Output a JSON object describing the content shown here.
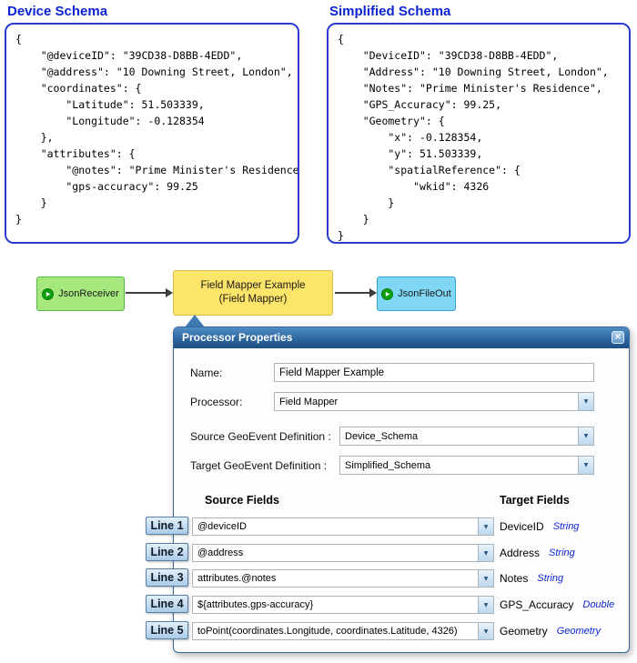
{
  "icons": {
    "play": "▶",
    "chevron_down": "▼",
    "close": "×"
  },
  "device_schema": {
    "title": "Device Schema",
    "code_lines": [
      "{",
      "    \"@deviceID\": \"39CD38-D8BB-4EDD\",",
      "    \"@address\": \"10 Downing Street, London\",",
      "    \"coordinates\": {",
      "        \"Latitude\": 51.503339,",
      "        \"Longitude\": -0.128354",
      "    },",
      "    \"attributes\": {",
      "        \"@notes\": \"Prime Minister's Residence\",",
      "        \"gps-accuracy\": 99.25",
      "    }",
      "}"
    ]
  },
  "simplified_schema": {
    "title": "Simplified Schema",
    "code_lines": [
      "{",
      "    \"DeviceID\": \"39CD38-D8BB-4EDD\",",
      "    \"Address\": \"10 Downing Street, London\",",
      "    \"Notes\": \"Prime Minister's Residence\",",
      "    \"GPS_Accuracy\": 99.25,",
      "    \"Geometry\": {",
      "        \"x\": -0.128354,",
      "        \"y\": 51.503339,",
      "        \"spatialReference\": {",
      "            \"wkid\": 4326",
      "        }",
      "    }",
      "}"
    ]
  },
  "flow": {
    "receiver_label": "JsonReceiver",
    "processor_label_line1": "Field Mapper Example",
    "processor_label_line2": "(Field Mapper)",
    "output_label": "JsonFileOut"
  },
  "dialog": {
    "title": "Processor Properties",
    "name_label": "Name:",
    "name_value": "Field Mapper Example",
    "processor_label": "Processor:",
    "processor_value": "Field Mapper",
    "source_def_label": "Source GeoEvent Definition :",
    "source_def_value": "Device_Schema",
    "target_def_label": "Target GeoEvent Definition :",
    "target_def_value": "Simplified_Schema",
    "source_fields_header": "Source Fields",
    "target_fields_header": "Target Fields",
    "mappings": [
      {
        "line_label": "Line 1",
        "source": "@deviceID",
        "target": "DeviceID",
        "target_type": "String"
      },
      {
        "line_label": "Line 2",
        "source": "@address",
        "target": "Address",
        "target_type": "String"
      },
      {
        "line_label": "Line 3",
        "source": "attributes.@notes",
        "target": "Notes",
        "target_type": "String"
      },
      {
        "line_label": "Line 4",
        "source": "${attributes.gps-accuracy}",
        "target": "GPS_Accuracy",
        "target_type": "Double"
      },
      {
        "line_label": "Line 5",
        "source": "toPoint(coordinates.Longitude, coordinates.Latitude, 4326)",
        "target": "Geometry",
        "target_type": "Geometry"
      }
    ]
  }
}
